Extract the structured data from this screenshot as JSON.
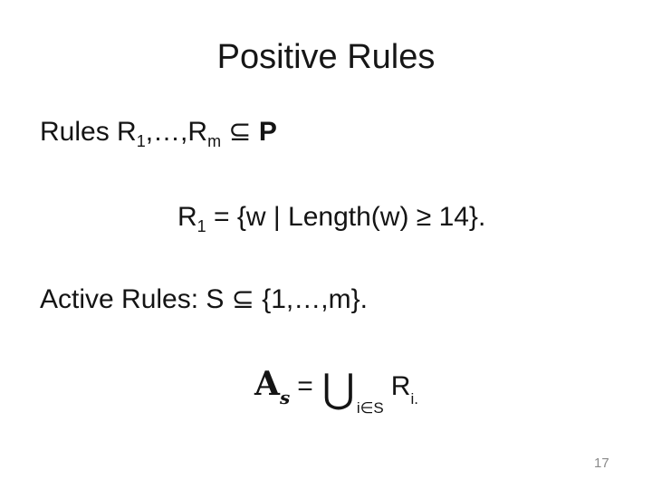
{
  "colors": {
    "background": "#ffffff",
    "text": "#141414",
    "page_number": "#8a8a8a"
  },
  "slide": {
    "title": "Positive Rules",
    "page_number": "17",
    "line_rules": {
      "prefix": "Rules R",
      "sub_1": "1",
      "mid": ",…,R",
      "sub_m": "m",
      "op": " ⊆ ",
      "p_bold": "P"
    },
    "line_r1": {
      "r": "R",
      "sub_1": "1",
      "rest": " = {w | Length(w) ≥ 14}."
    },
    "line_active": {
      "text": "Active Rules: S ⊆ {1,…,m}."
    },
    "line_union": {
      "a": "A",
      "sub_s": "s",
      "eq": "=",
      "union": "⋃",
      "sub_idx": "i∈S",
      "r": "R",
      "sub_i": "i."
    }
  }
}
